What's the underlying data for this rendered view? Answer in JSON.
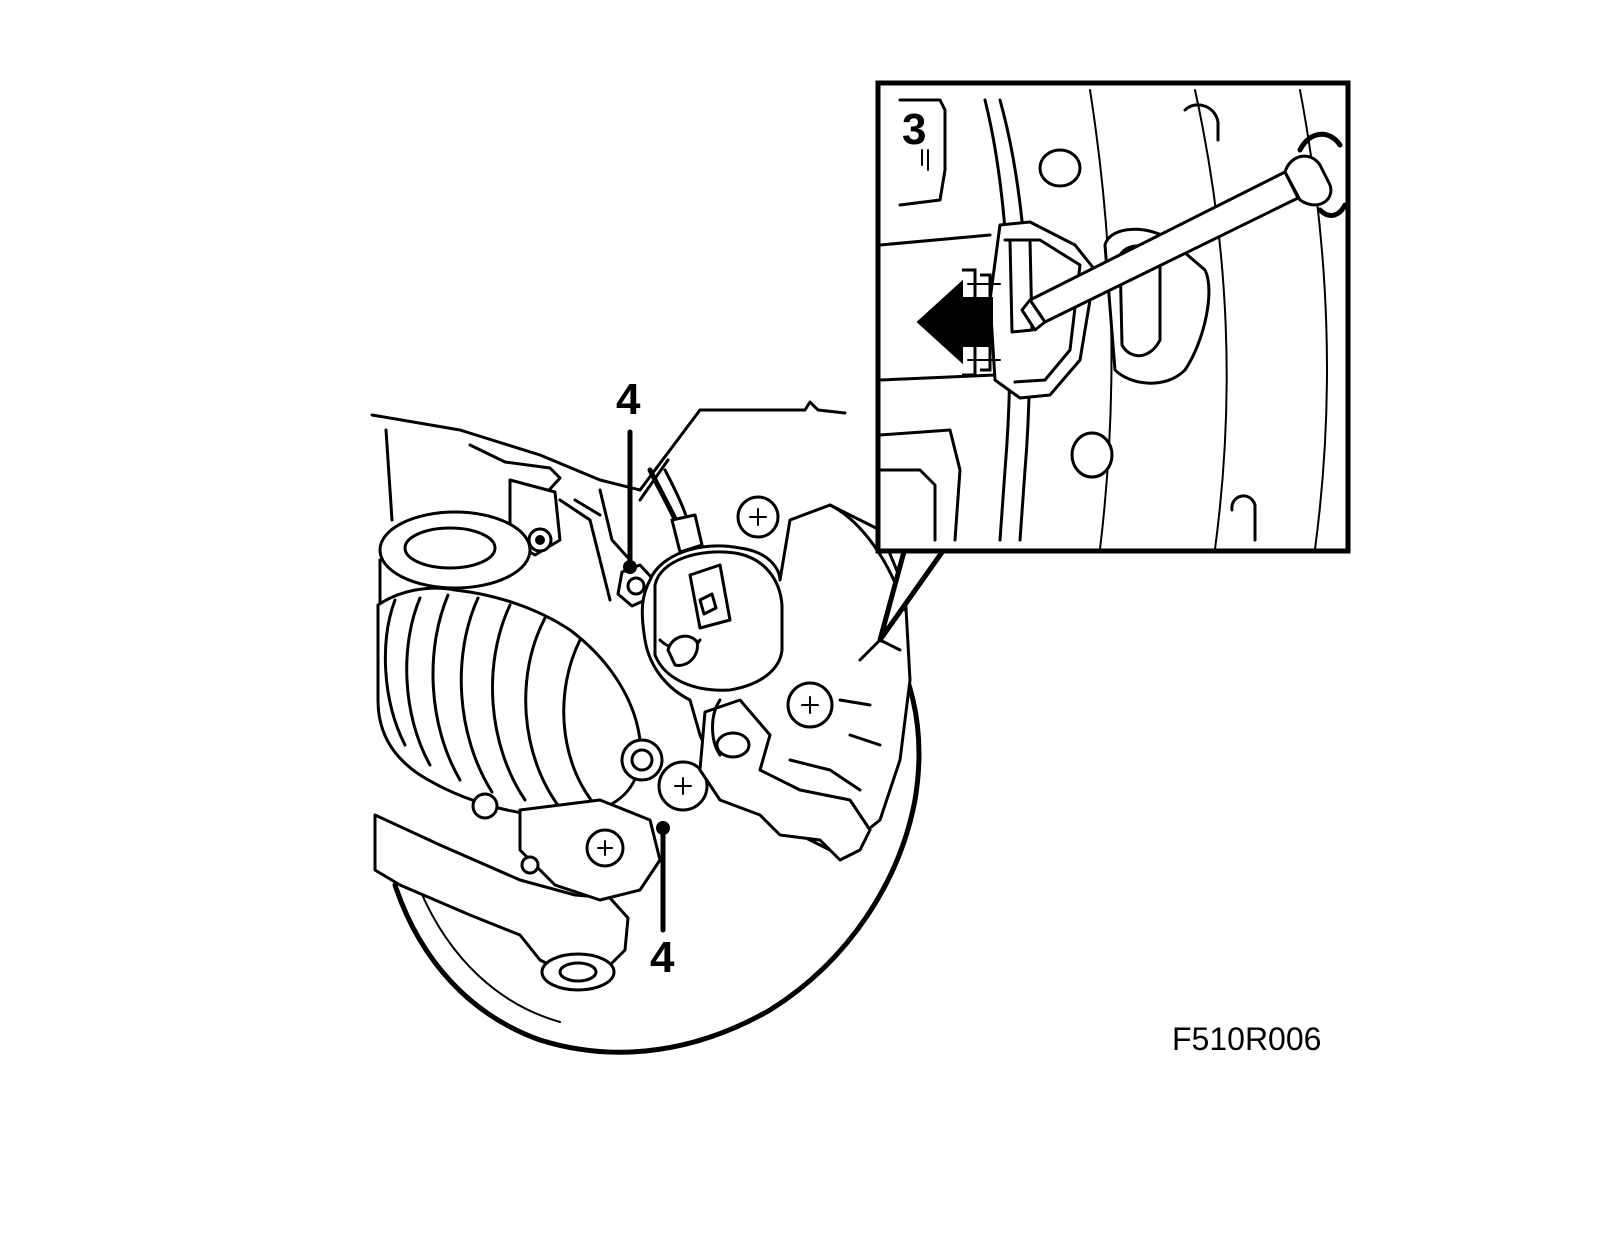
{
  "figure": {
    "code": "F510R006",
    "callouts": {
      "inset_label": "3",
      "upper_label": "4",
      "lower_label": "4"
    }
  },
  "colors": {
    "line": "#000000",
    "background": "#ffffff"
  }
}
